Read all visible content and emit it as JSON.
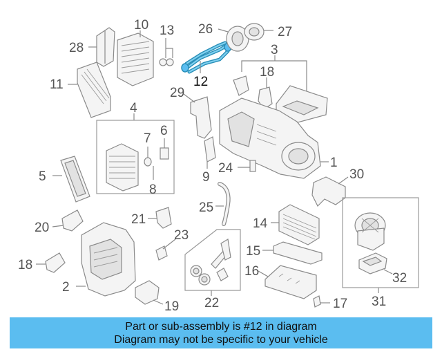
{
  "diagram": {
    "highlight_color": "#2a8fb8",
    "callouts": {
      "c1": "1",
      "c2": "2",
      "c3": "3",
      "c4": "4",
      "c5": "5",
      "c6": "6",
      "c7": "7",
      "c8": "8",
      "c9": "9",
      "c10": "10",
      "c11": "11",
      "c12": "12",
      "c13": "13",
      "c14": "14",
      "c15": "15",
      "c16": "16",
      "c17": "17",
      "c18a": "18",
      "c18b": "18",
      "c19": "19",
      "c20": "20",
      "c21": "21",
      "c22": "22",
      "c23": "23",
      "c24": "24",
      "c25": "25",
      "c26": "26",
      "c27": "27",
      "c28": "28",
      "c29": "29",
      "c30": "30",
      "c31": "31",
      "c32": "32"
    }
  },
  "banner": {
    "background": "#5bbdf0",
    "line1": "Part or sub-assembly is #12 in diagram",
    "line2": "Diagram may not be specific to your vehicle"
  }
}
